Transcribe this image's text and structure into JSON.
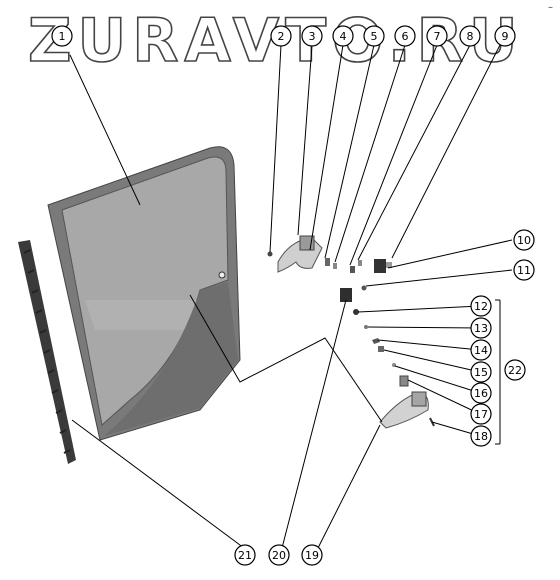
{
  "watermark": "ZURAVTO.RU",
  "corner_mark": "–",
  "callouts": [
    {
      "label": "1"
    },
    {
      "label": "2"
    },
    {
      "label": "3"
    },
    {
      "label": "4"
    },
    {
      "label": "5"
    },
    {
      "label": "6"
    },
    {
      "label": "7"
    },
    {
      "label": "8"
    },
    {
      "label": "9"
    },
    {
      "label": "10"
    },
    {
      "label": "11"
    },
    {
      "label": "12"
    },
    {
      "label": "13"
    },
    {
      "label": "14"
    },
    {
      "label": "15"
    },
    {
      "label": "16"
    },
    {
      "label": "17"
    },
    {
      "label": "18"
    },
    {
      "label": "19"
    },
    {
      "label": "20"
    },
    {
      "label": "21"
    },
    {
      "label": "22"
    }
  ],
  "colors": {
    "glass": "#a6a6a6",
    "frame": "#7a7a7a",
    "door_shadow": "#8a8a8a",
    "seal": "#3a3a3a",
    "line": "#000000",
    "watermark_stroke": "#444444"
  }
}
